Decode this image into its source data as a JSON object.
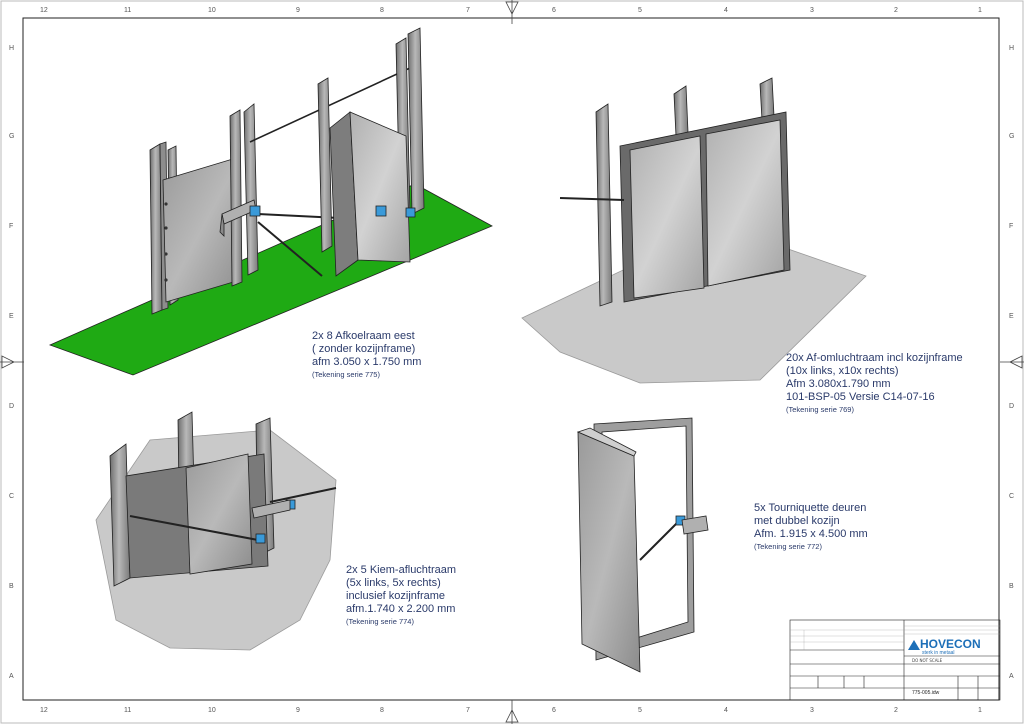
{
  "grid": {
    "columns": [
      "12",
      "11",
      "10",
      "9",
      "8",
      "7",
      "6",
      "5",
      "4",
      "3",
      "2",
      "1"
    ],
    "rows": [
      "H",
      "G",
      "F",
      "E",
      "D",
      "C",
      "B",
      "A"
    ]
  },
  "items": [
    {
      "lines": [
        "2x 8 Afkoelraam eest",
        "( zonder kozijnframe)",
        "afm 3.050 x 1.750 mm"
      ],
      "ref": "(Tekening serie 775)"
    },
    {
      "lines": [
        "20x Af-omluchtraam incl kozijnframe",
        "(10x links, x10x rechts)",
        "Afm 3.080x1.790 mm",
        "101-BSP-05 Versie C14-07-16"
      ],
      "ref": "(Tekening serie 769)"
    },
    {
      "lines": [
        "2x 5 Kiem-afluchtraam",
        "(5x links, 5x rechts)",
        "inclusief kozijnframe",
        "afm.1.740 x 2.200 mm"
      ],
      "ref": "(Tekening serie 774)"
    },
    {
      "lines": [
        "5x Tourniquette deuren",
        "met dubbel kozijn",
        "Afm. 1.915 x 4.500 mm"
      ],
      "ref": "(Tekening serie 772)"
    }
  ],
  "title_block": {
    "brand": "HOVECON",
    "slogan": "sterk in metaal",
    "do_not_scale": "DO NOT SCALE",
    "drawing_number": "775-005.idw"
  },
  "colors": {
    "line": "#222222",
    "floor_green": "#1faa14",
    "floor_grey": "#c9c9c9",
    "panel_grey": "#a5a5a5",
    "text_blue": "#2a3a6a",
    "brand_blue": "#1d6fb8"
  }
}
